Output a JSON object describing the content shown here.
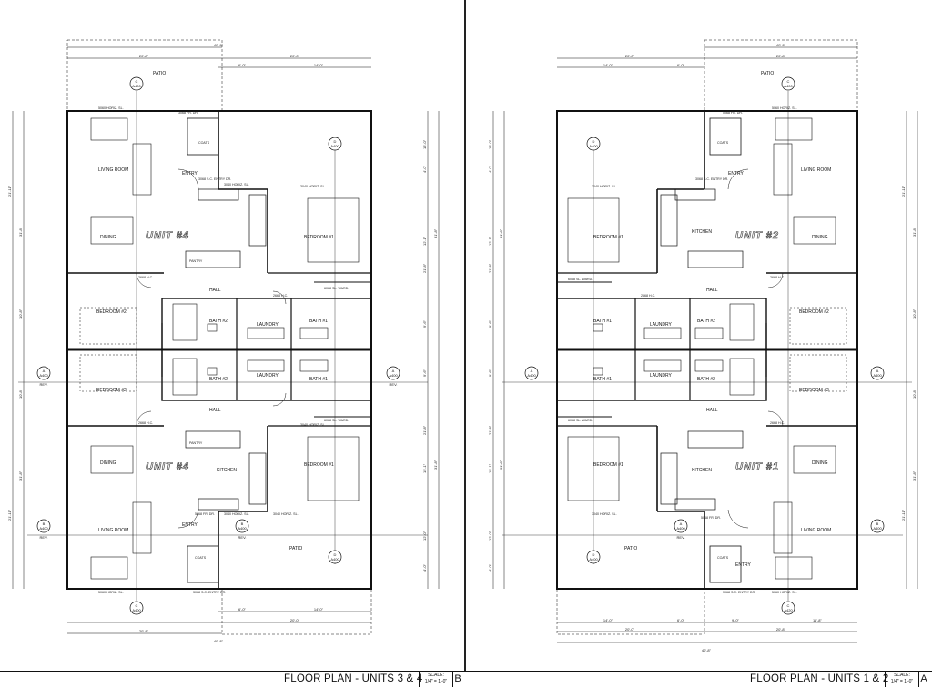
{
  "sheets": {
    "left": {
      "title": "FLOOR PLAN - UNITS 3 & 4",
      "scale_label": "SCALE:",
      "scale_value": "1/4\" = 1'-0\"",
      "sheet_letter": "B",
      "unit_upper": "UNIT #4",
      "unit_lower": "UNIT #4",
      "rooms": {
        "patio_top": "PATIO",
        "living_top": "LIVING ROOM",
        "entry_top": "ENTRY",
        "dining_top": "DINING",
        "bedroom1_top": "BEDROOM #1",
        "hall_top": "HALL",
        "bedroom2_top": "BEDROOM #2",
        "bath2_top": "BATH #2",
        "laundry_top": "LAUNDRY",
        "bath1_top": "BATH #1",
        "bedroom2_bot": "BEDROOM #2",
        "bath2_bot": "BATH #2",
        "laundry_bot": "LAUNDRY",
        "bath1_bot": "BATH #1",
        "hall_bot": "HALL",
        "dining_bot": "DINING",
        "kitchen_bot": "KITCHEN",
        "bedroom1_bot": "BEDROOM #1",
        "living_bot": "LIVING ROOM",
        "entry_bot": "ENTRY",
        "patio_bot": "PATIO"
      },
      "notes": {
        "horz_top": "5060 HORIZ. SL.",
        "fr_dr_top": "3068 FR. DR.",
        "coats_top": "COATS",
        "sc_entry_top": "3068 S.C. ENTRY DR.",
        "horz_3040_top": "3040 HORIZ. SL.",
        "horz_3040_top2": "3040 HORIZ. SL.",
        "pantry_top": "PANTRY",
        "hc_top": "2668 H.C.",
        "hc_top2": "2668 H.C.",
        "ward_top": "6068 SL. WARD.",
        "horz_3040_mid": "3040 HORIZ. SL.",
        "hc_bot": "2668 H.C.",
        "ward_bot": "6068 SL. WARD.",
        "pantry_bot": "PANTRY",
        "horz_3040_bot": "3040 HORIZ. SL.",
        "horz_3040_bot2": "3040 HORIZ. SL.",
        "fr_dr_bot": "5068 FR. DR.",
        "coats_bot": "COATS",
        "horz_bot": "5060 HORIZ. SL.",
        "sc_entry_bot": "3068 S.C. ENTRY DR."
      },
      "dims": {
        "top_total": "40'-8\"",
        "top_a": "20'-8\"",
        "top_b": "20'-0\"",
        "top_c": "6'-0\"",
        "top_d": "14'-0\"",
        "bot_a": "6'-0\"",
        "bot_b": "14'-0\"",
        "bot_c": "20'-0\"",
        "bot_d": "20'-8\"",
        "bot_total": "40'-8\"",
        "left_1": "21'-11\"",
        "left_2": "31'-8\"",
        "left_3": "10'-8\"",
        "left_4": "10'-8\"",
        "left_5": "31'-8\"",
        "left_6": "21'-11\"",
        "right_1": "15'-0\"",
        "right_2": "4'-0\"",
        "right_3": "12'-1\"",
        "right_4": "21'-8\"",
        "right_5": "31'-8\"",
        "right_6": "9'-6\"",
        "right_7": "9'-6\"",
        "right_8": "21'-8\"",
        "right_9": "15'-1\"",
        "right_10": "31'-8\"",
        "right_11": "12'-0\"",
        "right_12": "4'-0\""
      },
      "tags": {
        "c_top": [
          "C",
          "A400"
        ],
        "d_top": [
          "D",
          "A400"
        ],
        "a_left": [
          "A",
          "A400"
        ],
        "a_right": [
          "A",
          "A400"
        ],
        "b_left": [
          "B",
          "A400"
        ],
        "b_mid": [
          "B",
          "A400"
        ],
        "d_bot": [
          "D",
          "A400"
        ],
        "c_bot": [
          "C",
          "A400"
        ],
        "rev_left": "REV.",
        "rev_right": "REV.",
        "rev_b_left": "REV.",
        "rev_b_mid": "REV."
      }
    },
    "right": {
      "title": "FLOOR PLAN - UNITS 1 & 2",
      "scale_label": "SCALE:",
      "scale_value": "1/4\" = 1'-0\"",
      "sheet_letter": "A",
      "unit_upper": "UNIT #2",
      "unit_lower": "UNIT #1",
      "rooms": {
        "patio_top": "PATIO",
        "living_top": "LIVING ROOM",
        "entry_top": "ENTRY",
        "dining_top": "DINING",
        "kitchen_top": "KITCHEN",
        "bedroom1_top": "BEDROOM #1",
        "hall_top": "HALL",
        "bedroom2_top": "BEDROOM #2",
        "bath2_top": "BATH #2",
        "laundry_top": "LAUNDRY",
        "bath1_top": "BATH #1",
        "bedroom2_bot": "BEDROOM #2",
        "bath2_bot": "BATH #2",
        "laundry_bot": "LAUNDRY",
        "bath1_bot": "BATH #1",
        "hall_bot": "HALL",
        "dining_bot": "DINING",
        "kitchen_bot": "KITCHEN",
        "bedroom1_bot": "BEDROOM #1",
        "living_bot": "LIVING ROOM",
        "entry_bot": "ENTRY",
        "patio_bot": "PATIO"
      },
      "notes": {
        "horz_top": "5060 HORIZ. SL.",
        "fr_dr_top": "5068 FR. DR.",
        "coats_top": "COATS",
        "sc_entry_top": "3068 S.C. ENTRY DR.",
        "horz_3040_top": "3040 HORIZ. SL.",
        "ward_top": "6068 SL. WARD.",
        "hc_top": "2668 H.C.",
        "hc_top2": "2668 H.C.",
        "ward_bot": "6068 SL. WARD.",
        "hc_bot": "2668 H.C.",
        "horz_3040_bot": "3040 HORIZ. SL.",
        "fr_dr_bot": "5068 FR. DR.",
        "coats_bot": "COATS",
        "sc_entry_bot": "3068 S.C. ENTRY DR.",
        "horz_bot": "5060 HORIZ. SL."
      },
      "dims": {
        "top_total": "40'-8\"",
        "top_a": "20'-0\"",
        "top_b": "20'-8\"",
        "top_c": "14'-0\"",
        "top_d": "6'-0\"",
        "bot_a": "14'-0\"",
        "bot_b": "6'-0\"",
        "bot_c": "9'-0\"",
        "bot_d": "11'-8\"",
        "bot_e": "20'-0\"",
        "bot_f": "20'-8\"",
        "bot_total": "40'-8\"",
        "left_1": "15'-0\"",
        "left_2": "4'-0\"",
        "left_3": "12'-1\"",
        "left_4": "21'-8\"",
        "left_5": "31'-8\"",
        "left_6": "9'-6\"",
        "left_7": "9'-6\"",
        "left_8": "21'-8\"",
        "left_9": "15'-1\"",
        "left_10": "31'-8\"",
        "left_11": "12'-0\"",
        "left_12": "4'-0\"",
        "right_1": "21'-11\"",
        "right_2": "31'-8\"",
        "right_3": "10'-8\"",
        "right_4": "10'-8\"",
        "right_5": "31'-8\"",
        "right_6": "21'-11\""
      },
      "tags": {
        "c_top": [
          "C",
          "A400"
        ],
        "d_top": [
          "D",
          "A400"
        ],
        "a_left": [
          "A",
          "A400"
        ],
        "a_right": [
          "A",
          "A400"
        ],
        "b_right": [
          "B",
          "A400"
        ],
        "b_mid": [
          "A",
          "A400"
        ],
        "d_bot": [
          "D",
          "A400"
        ],
        "c_bot": [
          "C",
          "A420"
        ],
        "rev_right": "REV."
      }
    }
  }
}
